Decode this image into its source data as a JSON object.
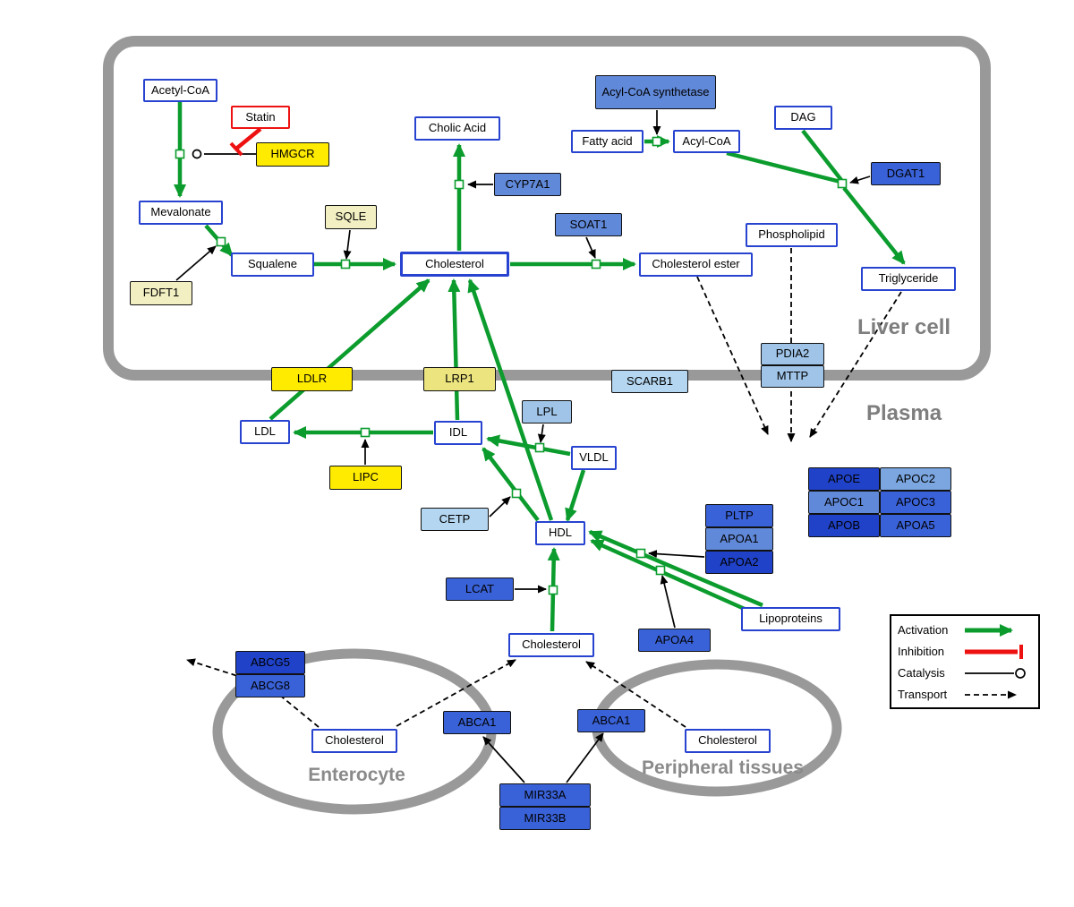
{
  "compartments": {
    "liver_cell": "Liver cell",
    "plasma": "Plasma",
    "enterocyte": "Enterocyte",
    "peripheral_tissues": "Peripheral tissues"
  },
  "nodes": {
    "acetyl_coa": "Acetyl-CoA",
    "statin": "Statin",
    "hmgcr": "HMGCR",
    "mevalonate": "Mevalonate",
    "sqle": "SQLE",
    "fdft1": "FDFT1",
    "squalene": "Squalene",
    "cholesterol_liver": "Cholesterol",
    "cholic_acid": "Cholic Acid",
    "cyp7a1": "CYP7A1",
    "soat1": "SOAT1",
    "cholesterol_ester": "Cholesterol ester",
    "acyl_coa_synthetase": "Acyl-CoA synthetase",
    "fatty_acid": "Fatty acid",
    "acyl_coa": "Acyl-CoA",
    "dag": "DAG",
    "dgat1": "DGAT1",
    "phospholipid": "Phospholipid",
    "triglyceride": "Triglyceride",
    "pdia2": "PDIA2",
    "mttp": "MTTP",
    "ldlr": "LDLR",
    "lrp1": "LRP1",
    "scarb1": "SCARB1",
    "ldl": "LDL",
    "idl": "IDL",
    "lpl": "LPL",
    "vldl": "VLDL",
    "lipc": "LIPC",
    "cetp": "CETP",
    "hdl": "HDL",
    "lcat": "LCAT",
    "pltp": "PLTP",
    "apoa1": "APOA1",
    "apoa2": "APOA2",
    "apoa4": "APOA4",
    "lipoproteins": "Lipoproteins",
    "apoe": "APOE",
    "apoc2": "APOC2",
    "apoc1": "APOC1",
    "apoc3": "APOC3",
    "apob": "APOB",
    "apoa5": "APOA5",
    "cholesterol_plasma": "Cholesterol",
    "abcg5": "ABCG5",
    "abcg8": "ABCG8",
    "cholesterol_enterocyte": "Cholesterol",
    "abca1_enterocyte": "ABCA1",
    "abca1_peripheral": "ABCA1",
    "cholesterol_peripheral": "Cholesterol",
    "mir33a": "MIR33A",
    "mir33b": "MIR33B"
  },
  "legend": {
    "activation": "Activation",
    "inhibition": "Inhibition",
    "catalysis": "Catalysis",
    "transport": "Transport"
  },
  "colors": {
    "activation_green": "#0b9c2d",
    "inhibition_red": "#ee1111",
    "membrane_gray": "#999999",
    "metabolite_border_blue": "#2743d0",
    "enzyme_yellow": "#ffeb00",
    "pale_yellow": "#f2efc2",
    "blue_light": "#b4d6f0",
    "blue_medium": "#6189d9",
    "blue_strong": "#3a62d8",
    "blue_dark": "#2042c8"
  }
}
